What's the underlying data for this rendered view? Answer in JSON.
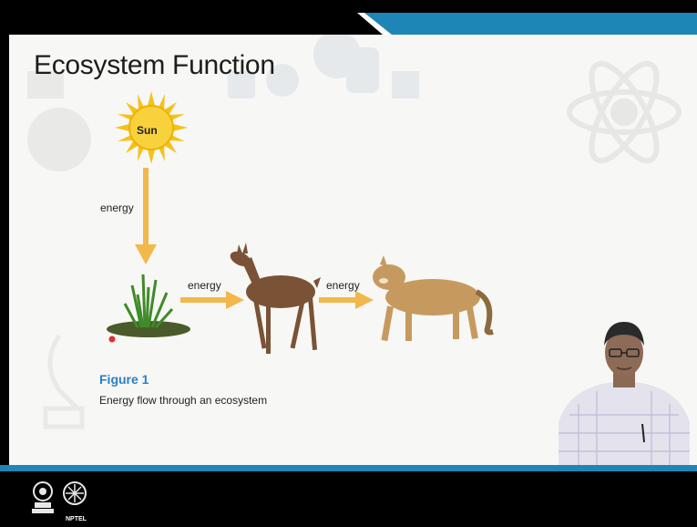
{
  "slide": {
    "title": "Ecosystem Function",
    "sun_label": "Sun",
    "energy_vertical": "energy",
    "energy_to_deer": "energy",
    "energy_to_cougar": "energy",
    "figure_label": "Figure 1",
    "figure_caption": "Energy flow through an ecosystem"
  },
  "footer": {
    "logo_text": "NPTEL"
  },
  "colors": {
    "accent": "#1e86b7",
    "figure_label": "#2a7fc1",
    "arrow": "#f2b84b",
    "sun": "#f7c81f"
  },
  "icons": [
    "iit-kharagpur-logo",
    "nptel-logo",
    "atom-icon",
    "gear-icon",
    "microscope-icon"
  ]
}
